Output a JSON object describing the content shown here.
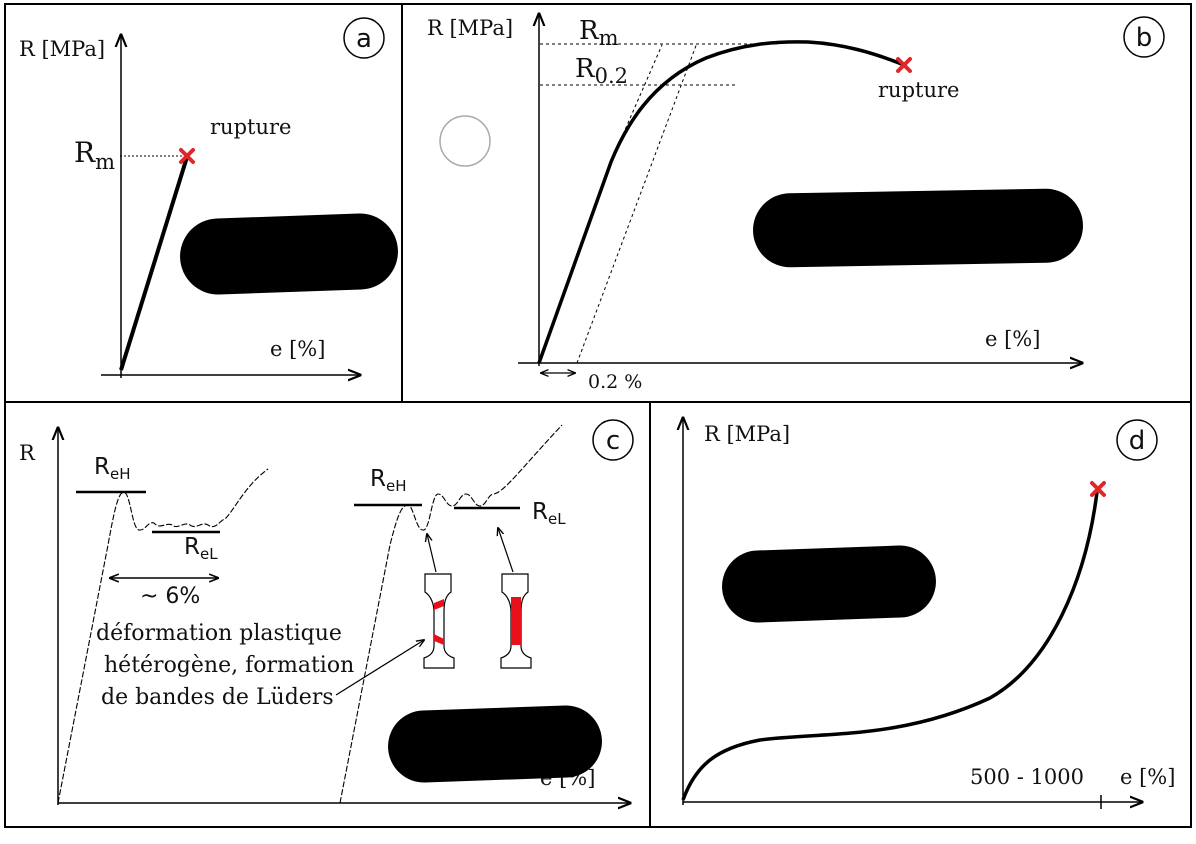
{
  "panels": {
    "a": {
      "tag": "a",
      "y_axis_label": "R [MPa]",
      "x_axis_label": "e [%]",
      "rm_main": "R",
      "rm_sub": "m",
      "rupture_label": "rupture"
    },
    "b": {
      "tag": "b",
      "y_axis_label": "R [MPa]",
      "x_axis_label": "e [%]",
      "rm_main": "R",
      "rm_sub": "m",
      "rp_main": "R",
      "rp_sub": "0.2",
      "rupture_label": "rupture",
      "offset_label": "0.2 %"
    },
    "c": {
      "tag": "c",
      "y_axis_label": "R",
      "x_axis_label": "e [%]",
      "reh_main": "R",
      "reh_sub": "eH",
      "rel_main": "R",
      "rel_sub": "eL",
      "strain_label": "~ 6%",
      "annotation_lines": [
        "déformation plastique",
        "hétérogène, formation",
        "de bandes de Lüders"
      ]
    },
    "d": {
      "tag": "d",
      "y_axis_label": "R [MPa]",
      "x_axis_label": "e [%]",
      "x_tick_label": "500 - 1000"
    }
  },
  "colors": {
    "rupture_marker": "#e0262a",
    "luders_band": "#e8101a",
    "curve": "#000000"
  }
}
